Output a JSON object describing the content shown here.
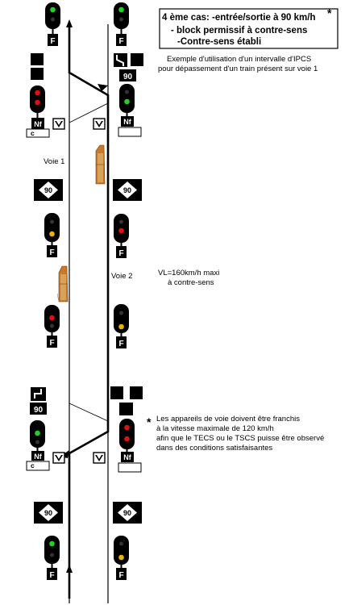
{
  "title_box": {
    "line1": "4 ème cas: -entrée/sortie à 90 km/h",
    "star": "*",
    "line2": "- block permissif à contre-sens",
    "line3": "-Contre-sens établi"
  },
  "subtitle": {
    "line1": "Exemple d'utilisation d'un intervalle d'IPCS",
    "line2": "pour dépassement d'un train présent sur voie 1"
  },
  "labels": {
    "voie1": "Voie 1",
    "voie2": "Voie 2",
    "vl_line1": "VL=160km/h maxi",
    "vl_line2": "à contre-sens"
  },
  "footnote": {
    "star": "*",
    "line1": "Les appareils de voie doivent être franchis",
    "line2": "à la vitesse maximale de 120 km/h",
    "line3": "afin que le TECS ou le TSCS puisse être observé",
    "line4": "dans des conditions satisfaisantes"
  },
  "plates": {
    "f": "F",
    "nf": "Nf",
    "c": "c",
    "ninety": "90"
  },
  "colors": {
    "green": "#1fd31f",
    "red": "#e01010",
    "yellow": "#e8b400",
    "dark": "#000000"
  }
}
